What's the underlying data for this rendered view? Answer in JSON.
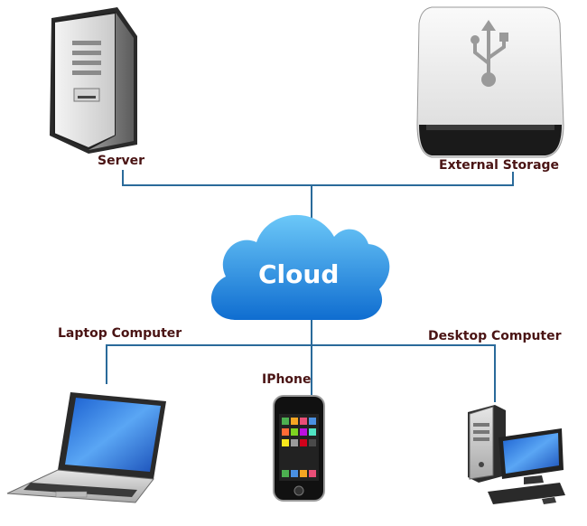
{
  "diagram": {
    "center": {
      "label": "Cloud"
    },
    "nodes": [
      {
        "id": "server",
        "label": "Server",
        "icon": "server-tower-icon"
      },
      {
        "id": "external-storage",
        "label": "External Storage",
        "icon": "usb-drive-icon"
      },
      {
        "id": "laptop",
        "label": "Laptop Computer",
        "icon": "laptop-icon"
      },
      {
        "id": "iphone",
        "label": "IPhone",
        "icon": "smartphone-icon"
      },
      {
        "id": "desktop",
        "label": "Desktop Computer",
        "icon": "desktop-computer-icon"
      }
    ],
    "colors": {
      "connector": "#2a6a9a",
      "cloud_top": "#5dc0f6",
      "cloud_bottom": "#1272d2",
      "label_text": "#4a1414"
    }
  }
}
